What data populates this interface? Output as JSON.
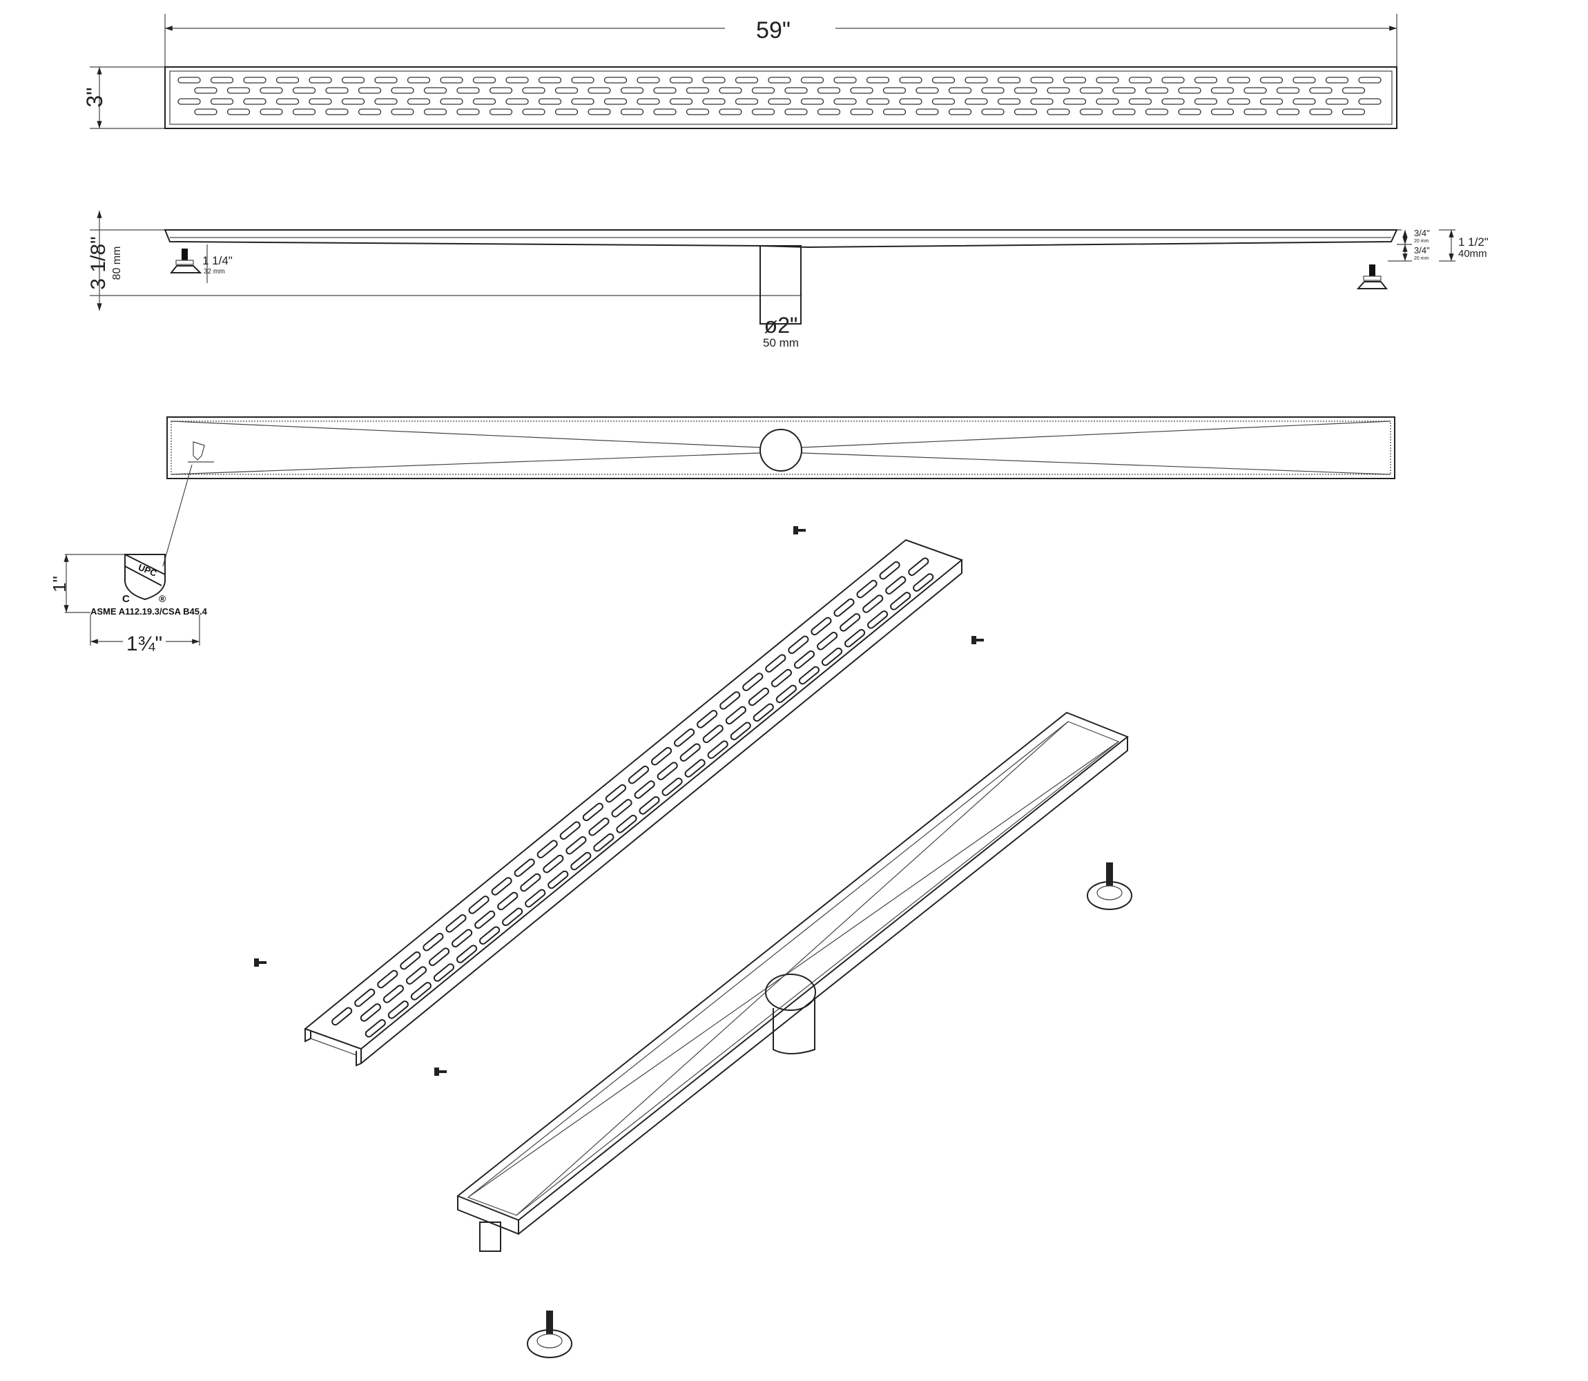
{
  "top_view": {
    "length_label": "59\"",
    "width_label": "3\""
  },
  "side_view": {
    "height_label": "3 1/8\"",
    "height_mm": "80 mm",
    "foot_label": "1 1/4\"",
    "foot_mm": "32 mm",
    "upper_label": "3/4\"",
    "upper_mm": "20 mm",
    "lower_label": "3/4\"",
    "lower_mm": "20 mm",
    "total_label": "1 1/2\"",
    "total_mm": "40mm",
    "pipe_label": "ø2\"",
    "pipe_mm": "50 mm"
  },
  "logo": {
    "mark": "UPC",
    "c_mark": "C",
    "reg_mark": "®",
    "standard": "ASME A112.19.3/CSA B45.4",
    "height_label": "1\"",
    "width_label": "1¾\""
  },
  "colors": {
    "line": "#222222",
    "background": "#ffffff"
  }
}
